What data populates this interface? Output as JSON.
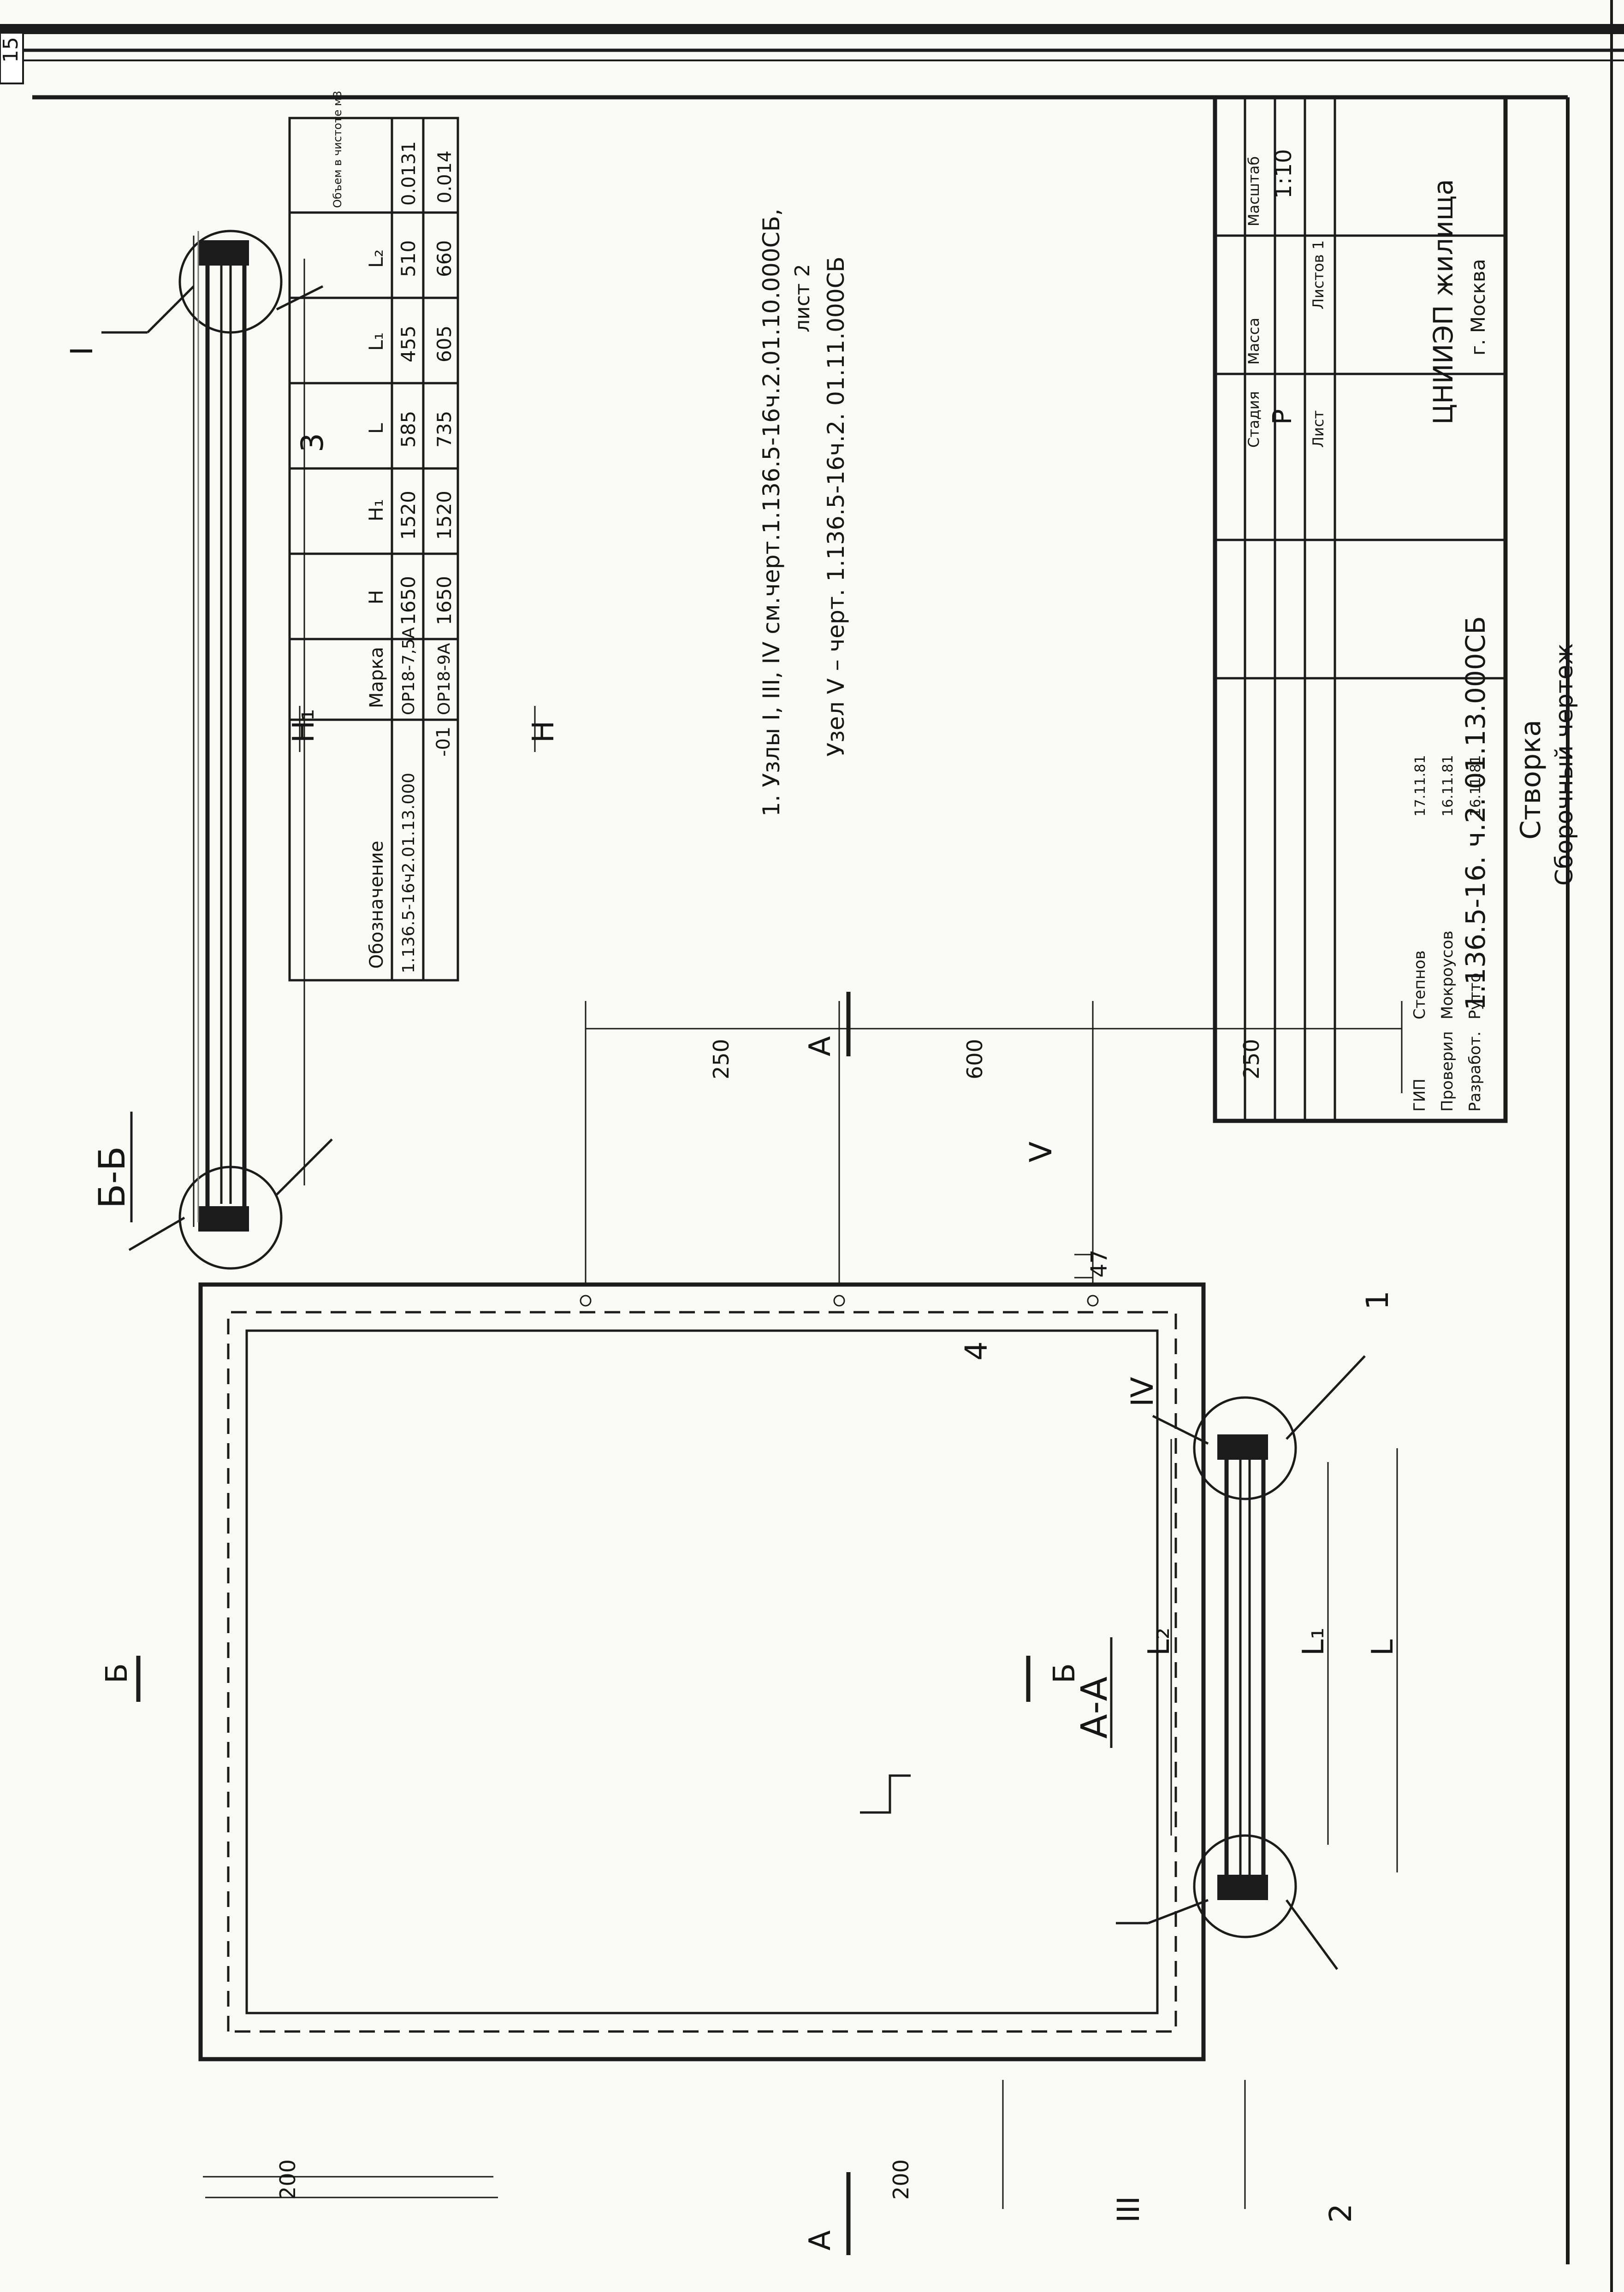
{
  "sheet_corner_mark": "15",
  "table": {
    "headers": [
      "Обозначение",
      "Марка",
      "H",
      "H₁",
      "L",
      "L₁",
      "L₂",
      "Объем в чистоте м3"
    ],
    "rows": [
      [
        "1.136.5-16ч2.01.13.000",
        "ОР18-7,5А",
        "1650",
        "1520",
        "585",
        "455",
        "510",
        "0.0131"
      ],
      [
        "-01",
        "ОР18-9А",
        "1650",
        "1520",
        "735",
        "605",
        "660",
        "0.014"
      ]
    ]
  },
  "notes": {
    "line1": "1. Узлы  I, III, IV см.черт.1.136.5-16ч.2.01.10.000СБ,",
    "line1_sheet": "лист 2",
    "line2": "Узел V  –  черт.    1.136.5-16ч.2. 01.11.000СБ"
  },
  "views": {
    "front": {
      "dim_left_top": "200",
      "dim_left_bottom": "200",
      "dim_right_1": "250",
      "dim_right_2": "600",
      "dim_right_3": "250",
      "cut_bb_letter": "Б",
      "cut_aa_letter": "А"
    },
    "section_bb": {
      "title": "Б-Б",
      "dim_H": "H",
      "dim_H1": "H₁",
      "dim_47": "47",
      "node_I": "I",
      "node_V": "V",
      "pos_3": "3",
      "pos_4": "4"
    },
    "section_aa": {
      "title": "А-А",
      "dim_L": "L",
      "dim_L1": "L₁",
      "dim_L2": "L₂",
      "node_III": "III",
      "node_IV": "IV",
      "pos_1": "1",
      "pos_2": "2"
    }
  },
  "title_block": {
    "code": "1.136.5-16. ч.2. 01.13.000СБ",
    "name": "Створка",
    "subtitle": "Сборочный чертеж",
    "col_stage": "Стадия",
    "col_mass": "Масса",
    "col_scale": "Масштаб",
    "stage": "Р",
    "mass": "",
    "scale": "1:10",
    "sheet_label": "Лист",
    "sheets_label": "Листов 1",
    "org_name": "ЦНИИЭП жилища",
    "org_city": "г. Москва",
    "signatures": [
      {
        "role": "ГИП",
        "name": "Степнов",
        "date": "17.11.81"
      },
      {
        "role": "Проверил",
        "name": "Мокроусов",
        "date": "16.11.81"
      },
      {
        "role": "Разработ.",
        "name": "Рутто",
        "date": "16.11.81"
      }
    ]
  }
}
